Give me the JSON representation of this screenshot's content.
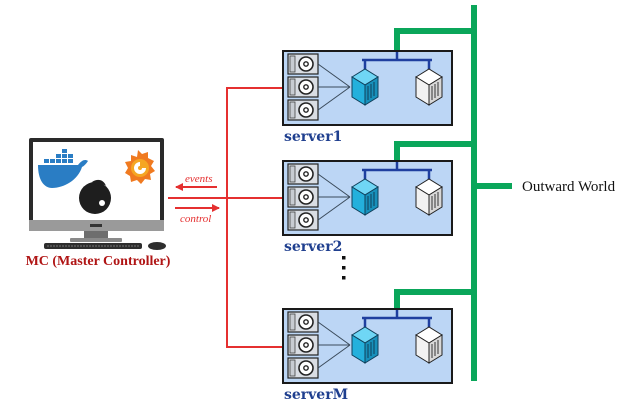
{
  "diagram": {
    "controller": {
      "label": "MC (Master Controller)",
      "icons": [
        "docker-icon",
        "grafana-icon",
        "phoenix-logo-icon",
        "monitor-icon",
        "keyboard-icon",
        "mouse-icon"
      ]
    },
    "flows": {
      "events_label": "events",
      "control_label": "control"
    },
    "servers": [
      {
        "label": "server1"
      },
      {
        "label": "server2"
      },
      {
        "label": "serverM"
      }
    ],
    "ellipsis": "⋮",
    "network": {
      "label": "Outward World"
    },
    "colors": {
      "control_line": "#e53030",
      "network_bus": "#0aa65a",
      "server_fill": "#bcd6f5",
      "server_border": "#1a1a1a",
      "internal_bus": "#1f3f9f",
      "container_active": "#29b5df",
      "container_idle": "#f4f4f4",
      "server_label": "#1f3f8f",
      "mc_label": "#b01515"
    }
  }
}
